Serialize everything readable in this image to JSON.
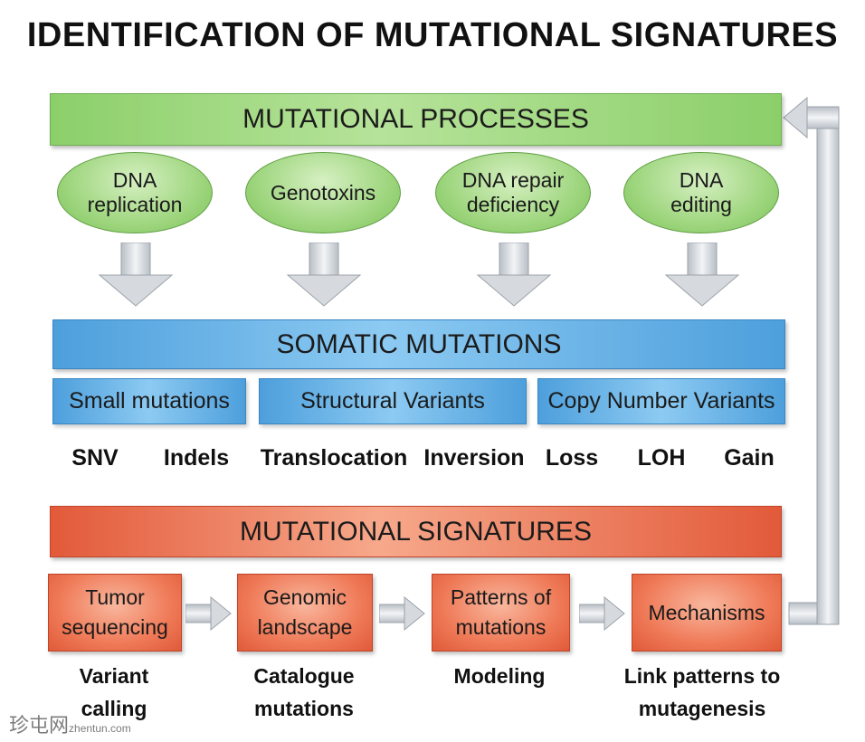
{
  "title": "IDENTIFICATION OF MUTATIONAL SIGNATURES",
  "processes": {
    "banner": "MUTATIONAL PROCESSES",
    "items": [
      {
        "line1": "DNA",
        "line2": "replication"
      },
      {
        "line1": "Genotoxins",
        "line2": ""
      },
      {
        "line1": "DNA repair",
        "line2": "deficiency"
      },
      {
        "line1": "DNA",
        "line2": "editing"
      }
    ]
  },
  "somatic": {
    "banner": "SOMATIC MUTATIONS",
    "categories": [
      "Small mutations",
      "Structural Variants",
      "Copy Number Variants"
    ],
    "types": [
      "SNV",
      "Indels",
      "Translocation",
      "Inversion",
      "Loss",
      "LOH",
      "Gain"
    ]
  },
  "signatures": {
    "banner": "MUTATIONAL SIGNATURES",
    "steps": [
      {
        "box1": "Tumor",
        "box2": "sequencing",
        "label1": "Variant",
        "label2": "calling"
      },
      {
        "box1": "Genomic",
        "box2": "landscape",
        "label1": "Catalogue",
        "label2": "mutations"
      },
      {
        "box1": "Patterns of",
        "box2": "mutations",
        "label1": "Modeling",
        "label2": ""
      },
      {
        "box1": "Mechanisms",
        "box2": "",
        "label1": "Link patterns to",
        "label2": "mutagenesis"
      }
    ]
  },
  "watermark": {
    "main": "珍屯网",
    "sub": "zhentun.com"
  }
}
